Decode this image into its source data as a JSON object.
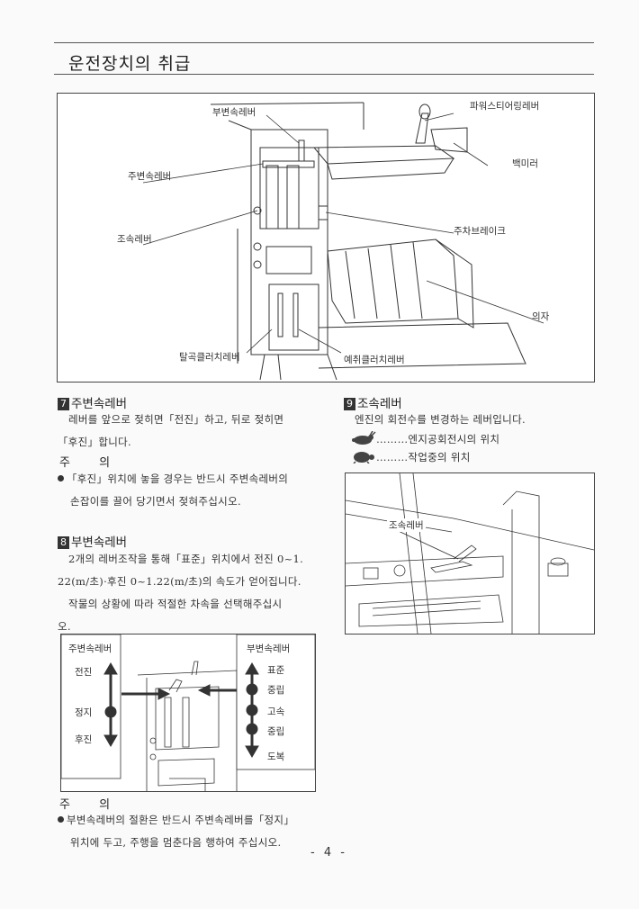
{
  "header": {
    "title": "운전장치의 취급"
  },
  "top_figure": {
    "callouts": {
      "sub_shift_lever": "부변속레버",
      "power_steering_lever": "파워스티어링레버",
      "main_shift_lever": "주변속레버",
      "rear_mirror": "백미러",
      "throttle_lever": "조속레버",
      "parking_brake": "주차브레이크",
      "seat": "의자",
      "threshing_clutch_lever": "탈곡클러치레버",
      "reaping_clutch_lever": "예취클러치레버"
    }
  },
  "section7": {
    "number": "7",
    "title": "주변속레버",
    "lines": [
      "레버를 앞으로 젖히면「전진」하고, 뒤로 젖히면",
      "「후진」합니다."
    ],
    "caution_title": "주 의",
    "caution_lines": [
      "「후진」위치에 놓을 경우는 반드시 주변속레버의",
      "손잡이를 끌어 당기면서 젖혀주십시오."
    ]
  },
  "section8": {
    "number": "8",
    "title": "부변속레버",
    "lines": [
      "2개의 레버조작을 통해「표준」위치에서 전진 0~1.",
      "22(m/초)·후진 0~1.22(m/초)의 속도가 얻어집니다.",
      "작물의 상황에 따라 적절한 차속을 선택해주십시",
      "오."
    ]
  },
  "section9": {
    "number": "9",
    "title": "조속레버",
    "lines": [
      "엔진의 회전수를 변경하는 레버입니다."
    ],
    "rabbit_text": "………엔지공회전시의 위치",
    "turtle_text": "………작업중의 위치",
    "figure_label": "조속레버"
  },
  "shift_figure": {
    "main_title": "주변속레버",
    "main_positions": [
      "전진",
      "정지",
      "후진"
    ],
    "sub_title": "부변속레버",
    "sub_positions": [
      "표준",
      "중립",
      "고속",
      "중립",
      "도복"
    ]
  },
  "bottom_caution": {
    "title": "주 의",
    "lines": [
      "부변속레버의 절환은 반드시 주변속레버를「정지」",
      "위치에 두고, 주행을 멈춘다음 행하여 주십시오."
    ]
  },
  "footer": {
    "page": "- 4 -"
  }
}
